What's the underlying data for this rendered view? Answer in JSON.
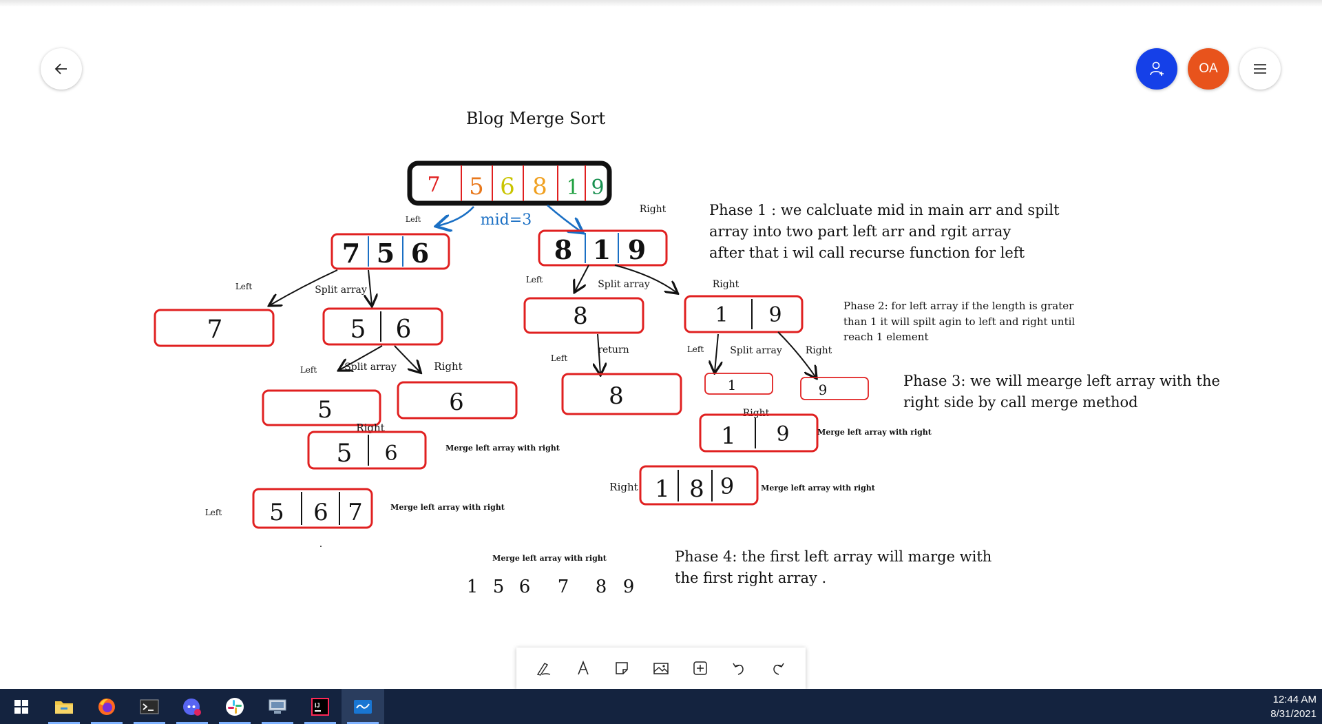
{
  "top_bar": {
    "avatar_initials": "OA",
    "back_icon": "arrow-left-icon",
    "invite_icon": "add-person-icon",
    "menu_icon": "hamburger-menu-icon",
    "invite_color": "#1540e8",
    "avatar_color": "#e8531c"
  },
  "canvas": {
    "title": "Blog Merge Sort",
    "main_array": [
      "7",
      "5",
      "6",
      "8",
      "1",
      "9"
    ],
    "mid_label": "mid=3",
    "left_half": [
      "7",
      "5",
      "6"
    ],
    "right_half": [
      "8",
      "1",
      "9"
    ],
    "level2": {
      "left_single": "7",
      "left_pair": [
        "5",
        "6"
      ],
      "right_single": "8",
      "right_pair": [
        "1",
        "9"
      ]
    },
    "level3": {
      "five": "5",
      "six": "6",
      "eight": "8",
      "one": "1",
      "nine": "9"
    },
    "merged_56": [
      "5",
      "6"
    ],
    "merged_567": [
      "5",
      "6",
      "7"
    ],
    "merged_19": [
      "1",
      "9"
    ],
    "merged_189": [
      "1",
      "8",
      "9"
    ],
    "final_result": [
      "1",
      "5",
      "6",
      "7",
      "8",
      "9"
    ],
    "labels": {
      "left": "Left",
      "right": "Right",
      "split_array": "Split array",
      "return": "return",
      "merge": "Merge left array with right",
      "dot": "."
    },
    "phase1": [
      "Phase 1 : we calcluate mid  in main arr and spilt",
      "array into two  part left arr and rgit array",
      "after that i wil call recurse function for left"
    ],
    "phase2": [
      "Phase 2: for left array if the length is grater",
      "than 1  it will spilt agin to left and right  until",
      "reach 1 element"
    ],
    "phase3": [
      "Phase 3: we will mearge left array with the",
      "right side by call merge method"
    ],
    "phase4": [
      "Phase 4: the first left array  will marge with",
      "the first right array ."
    ]
  },
  "toolbar": {
    "tools": [
      "pen-icon",
      "text-icon",
      "sticky-note-icon",
      "image-icon",
      "add-icon",
      "undo-icon",
      "redo-icon"
    ]
  },
  "taskbar": {
    "apps": [
      "windows-start-icon",
      "file-explorer-icon",
      "firefox-icon",
      "terminal-icon",
      "discord-icon",
      "slack-icon",
      "remote-desktop-icon",
      "intellij-icon",
      "whiteboard-icon"
    ],
    "time": "12:44 AM",
    "date": "8/31/2021"
  }
}
